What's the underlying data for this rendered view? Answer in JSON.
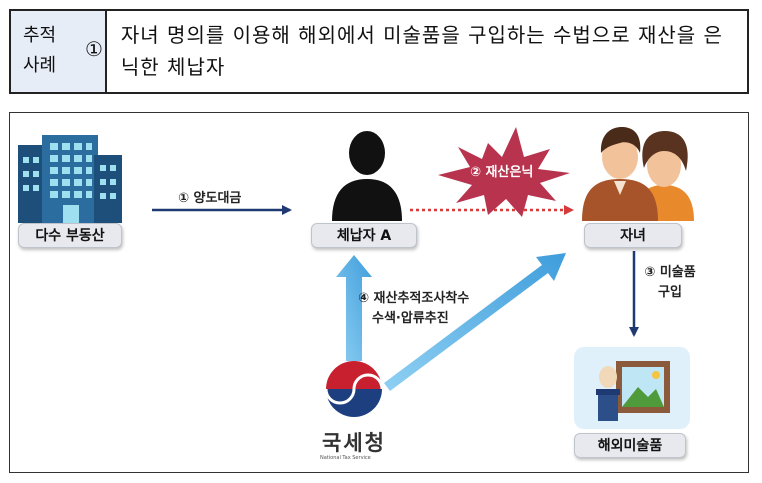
{
  "header": {
    "tag": "추적\n사례",
    "number": "①",
    "description": "자녀 명의를 이용해 해외에서 미술품을 구입하는 수법으로 재산을 은닉한 체납자"
  },
  "nodes": {
    "real_estate": "다수 부동산",
    "delinquent": "체납자 A",
    "children": "자녀",
    "artwork": "해외미술품"
  },
  "steps": {
    "transfer": "① 양도대금",
    "concealment": "② 재산은닉",
    "purchase_line1": "③ 미술품",
    "purchase_line2": "구입",
    "investigation_line1": "④ 재산추적조사착수",
    "investigation_line2": "수색·압류추진"
  },
  "agency": {
    "name_korean": "국세청",
    "name_english": "National Tax Service"
  },
  "colors": {
    "header_tag_bg": "#e6edf6",
    "arrow_navy": "#1f3a73",
    "arrow_red_dotted": "#d63a3a",
    "starburst": "#b8334d",
    "light_blue_arrow": "#5ab0e4",
    "label_box": "#e7e9ee"
  },
  "icons": [
    "building-icon",
    "person-silhouette-icon",
    "couple-icon",
    "artwork-icon",
    "nts-logo-icon"
  ]
}
